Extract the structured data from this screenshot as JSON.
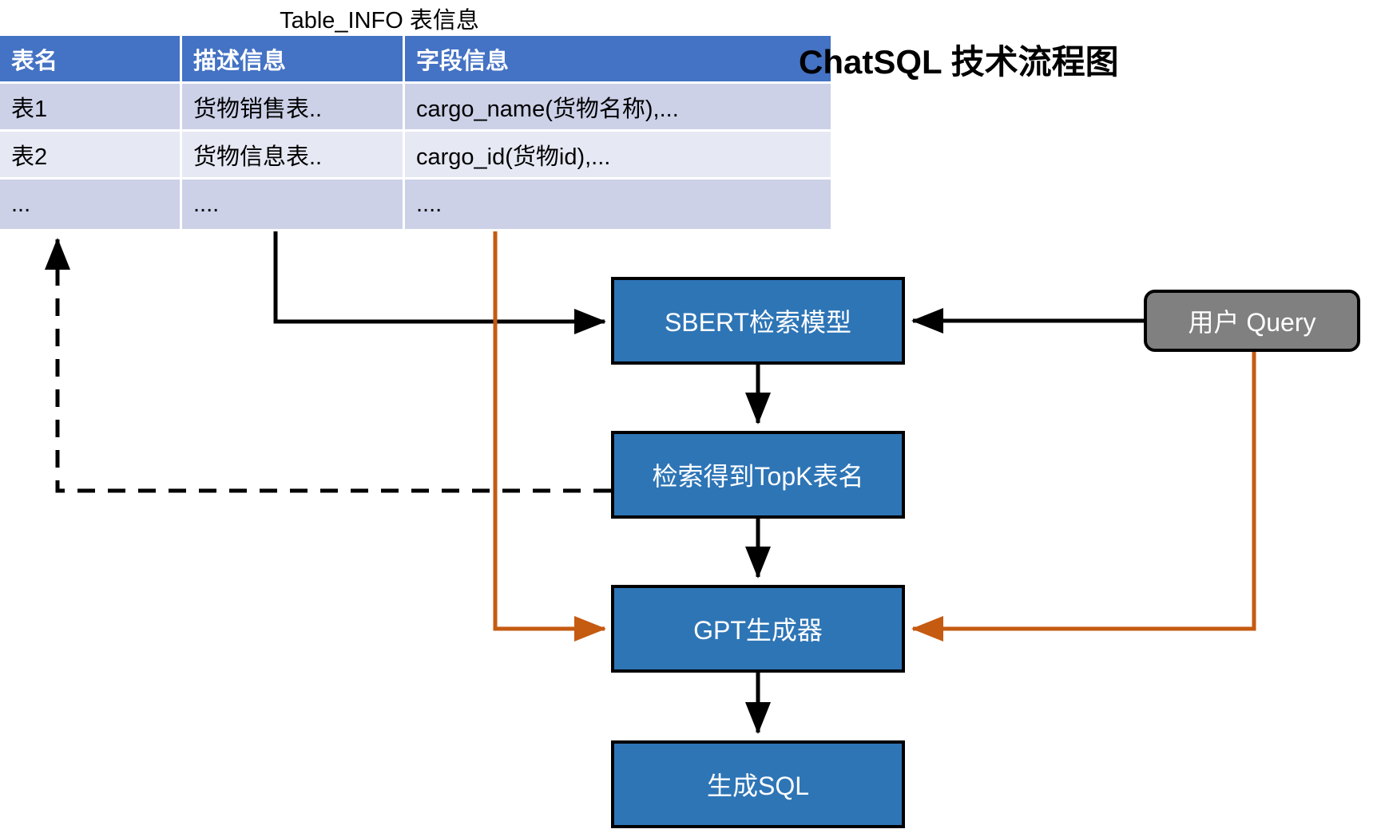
{
  "table": {
    "caption": "Table_INFO 表信息",
    "headers": [
      "表名",
      "描述信息",
      "字段信息"
    ],
    "rows": [
      [
        "表1",
        "货物销售表..",
        "cargo_name(货物名称),..."
      ],
      [
        "表2",
        "货物信息表..",
        "cargo_id(货物id),..."
      ],
      [
        "...",
        "....",
        "...."
      ]
    ]
  },
  "diagram": {
    "title": "ChatSQL 技术流程图",
    "nodes": {
      "sbert": "SBERT检索模型",
      "topk": "检索得到TopK表名",
      "gpt": "GPT生成器",
      "sql": "生成SQL",
      "query": "用户 Query"
    }
  },
  "colors": {
    "table_header": "#4472c4",
    "table_row_dark": "#ccd1e8",
    "table_row_light": "#e6e9f4",
    "node_blue": "#2e75b6",
    "node_gray": "#808080",
    "connector_black": "#000000",
    "connector_orange": "#c55a11"
  }
}
